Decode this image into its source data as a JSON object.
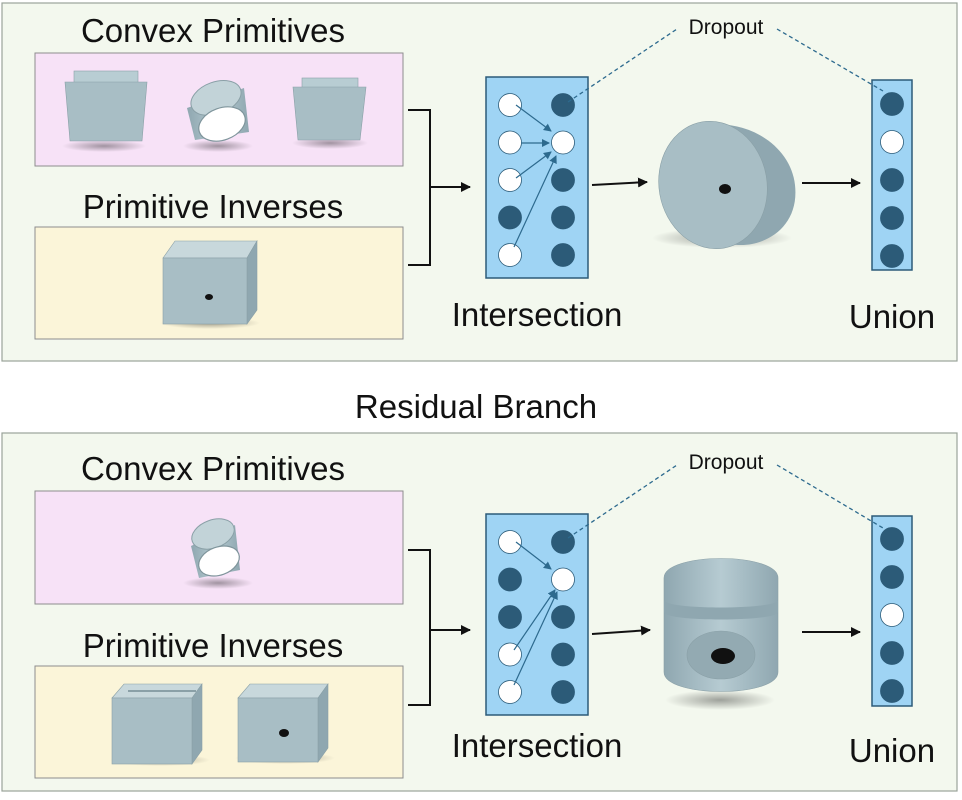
{
  "colors": {
    "panel_fill": "#f3f8ee",
    "panel_stroke": "#9aa39a",
    "convex_fill": "#f7e2f7",
    "inverse_fill": "#fbf5d9",
    "layer_fill": "#9fd4f4",
    "node_dark": "#2c5b78",
    "node_white": "#ffffff",
    "shape": "#a8bec5",
    "dropout_line": "#2d6a8e"
  },
  "top_panel": {
    "convex_title": "Convex Primitives",
    "inverse_title": "Primitive Inverses",
    "dropout_label": "Dropout",
    "intersection_label": "Intersection",
    "union_label": "Union",
    "intersection_left_nodes": [
      "active",
      "active",
      "active",
      "inactive",
      "active"
    ],
    "intersection_right_nodes": [
      "inactive",
      "active",
      "inactive",
      "inactive",
      "inactive"
    ],
    "union_nodes": [
      "inactive",
      "active",
      "inactive",
      "inactive",
      "inactive"
    ]
  },
  "section_title": "Residual Branch",
  "bottom_panel": {
    "convex_title": "Convex Primitives",
    "inverse_title": "Primitive Inverses",
    "dropout_label": "Dropout",
    "intersection_label": "Intersection",
    "union_label": "Union",
    "intersection_left_nodes": [
      "active",
      "inactive",
      "inactive",
      "active",
      "active"
    ],
    "intersection_right_nodes": [
      "inactive",
      "active",
      "inactive",
      "inactive",
      "inactive"
    ],
    "union_nodes": [
      "inactive",
      "inactive",
      "active",
      "inactive",
      "inactive"
    ]
  }
}
